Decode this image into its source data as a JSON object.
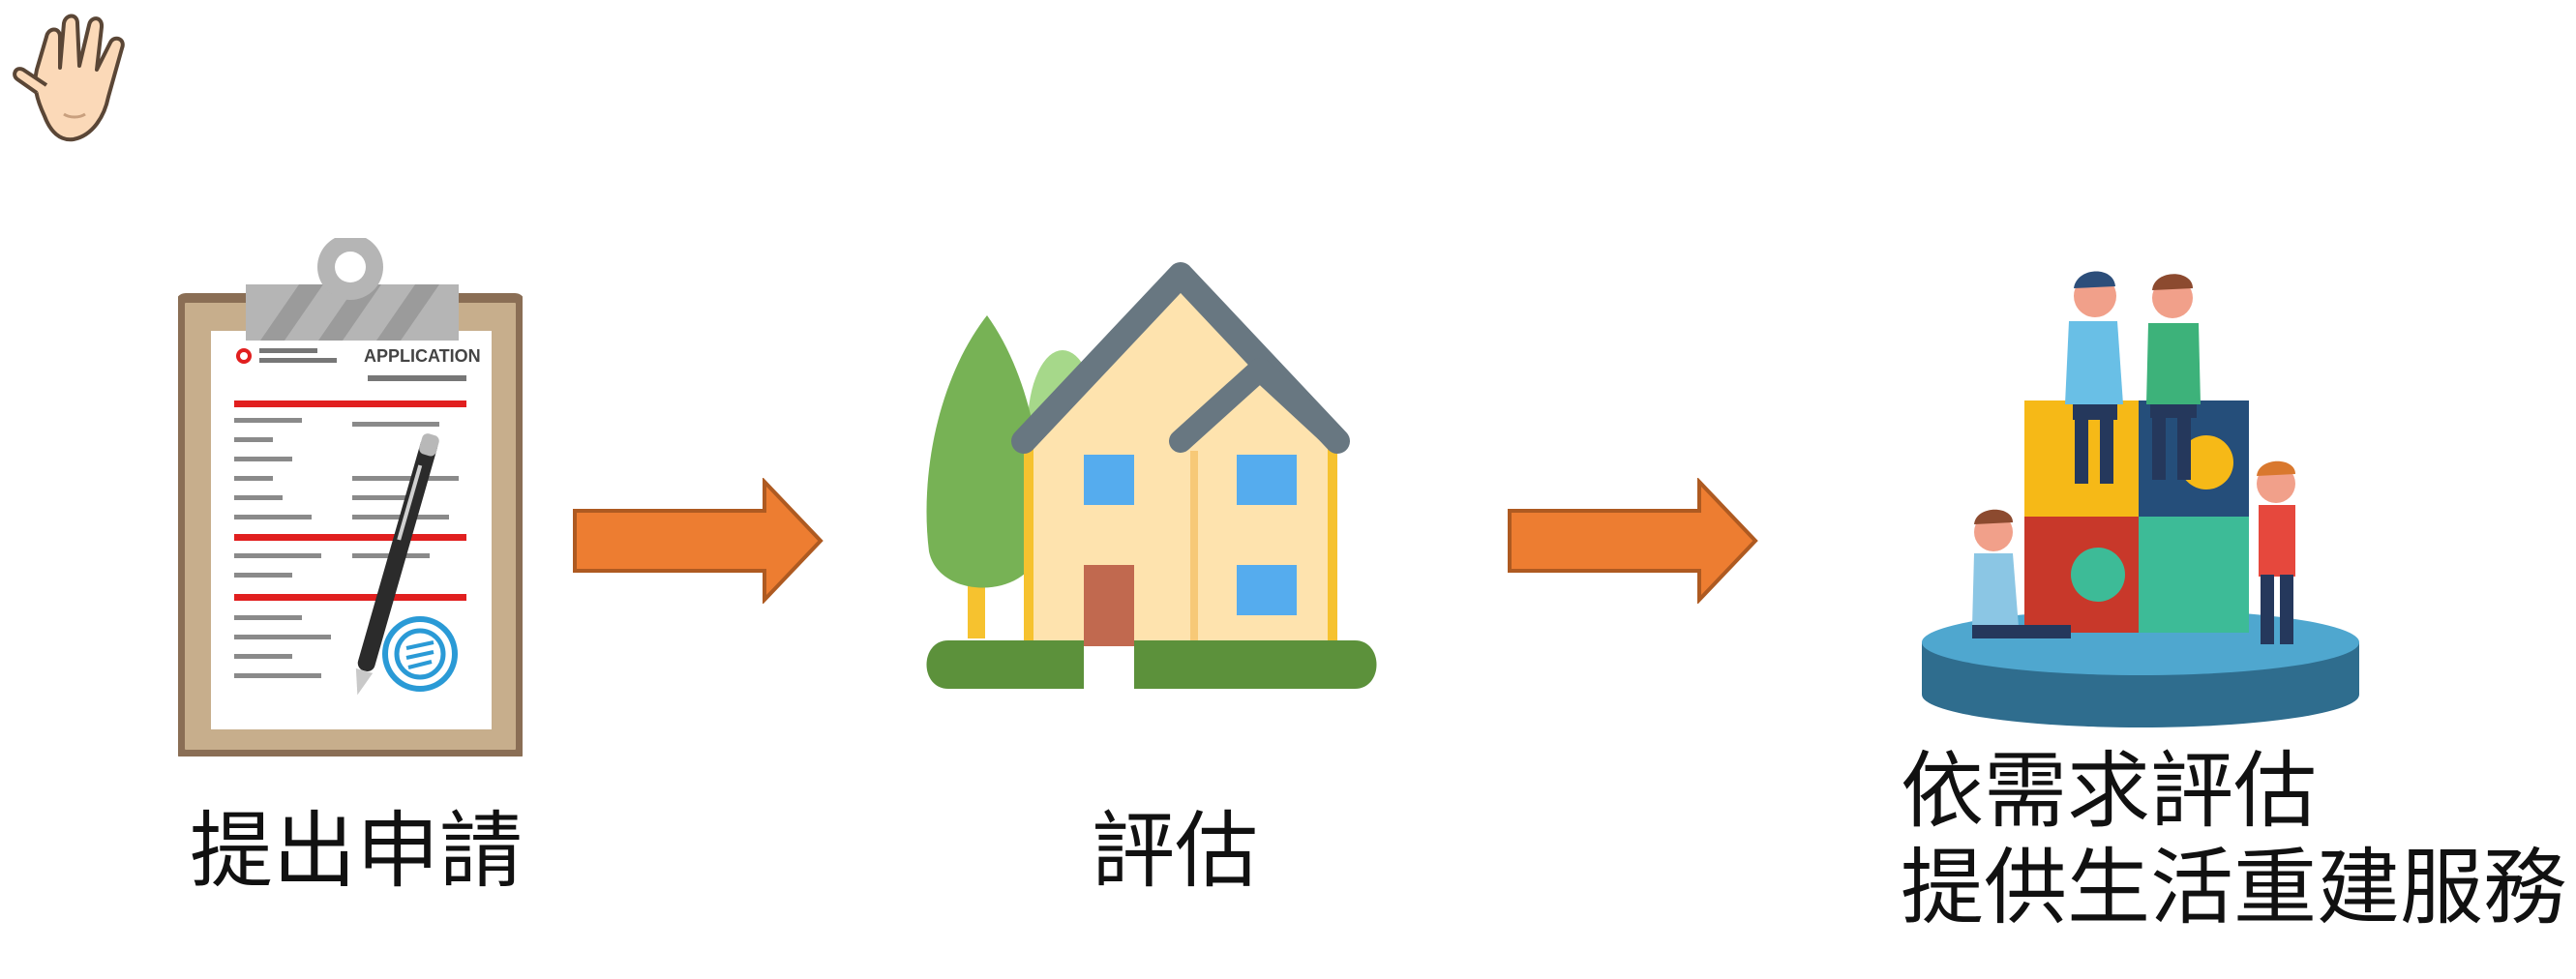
{
  "steps": [
    {
      "label": "提出申請",
      "icon": "clipboard-application-icon"
    },
    {
      "label": "評估",
      "icon": "house-icon"
    },
    {
      "label_line1": "依需求評估",
      "label_line2": "提供生活重建服務",
      "icon": "teamwork-puzzle-icon"
    }
  ],
  "clipboard_heading": "APPLICATION",
  "colors": {
    "arrow_fill": "#ED7D31",
    "arrow_stroke": "#AE5A21"
  }
}
